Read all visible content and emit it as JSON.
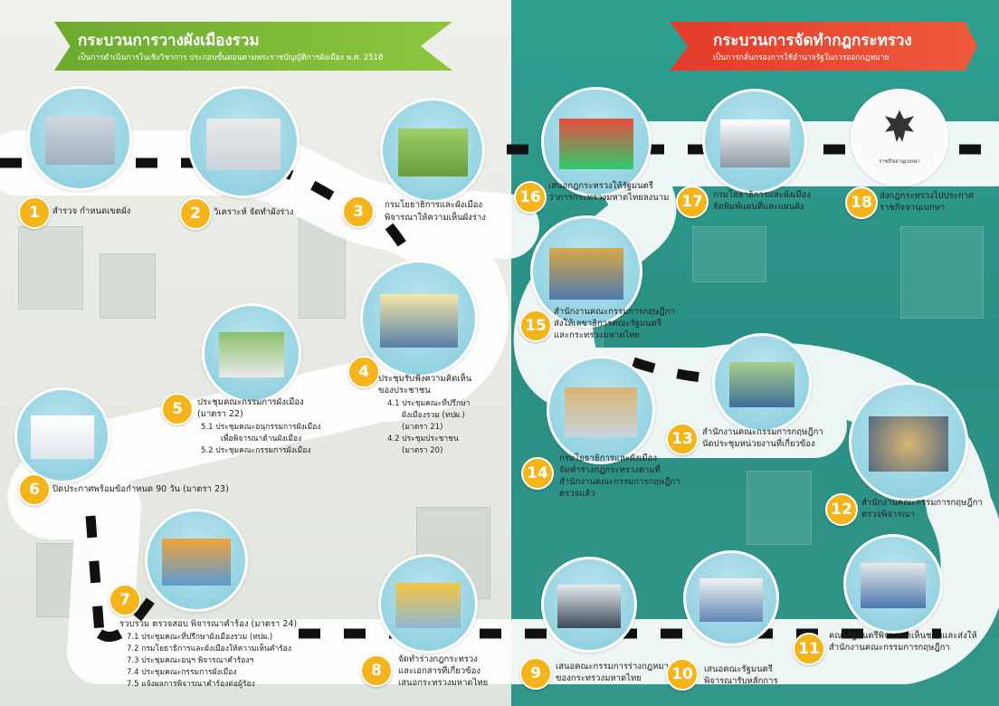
{
  "left_header": {
    "title": "กระบวนการวางผังเมืองรวม",
    "subtitle": "เป็นการดำเนินการในเชิงวิชาการ ประกอบขั้นตอนตามพระราชบัญญัติการผังเมือง พ.ศ. 2518",
    "color": "#7bb83a"
  },
  "right_header": {
    "title": "กระบวนการจัดทำกฎกระทรวง",
    "subtitle": "เป็นการกลั่นกรองการใช้อำนาจรัฐในการออกกฎหมาย",
    "color": "#e8412f"
  },
  "steps": {
    "s1": {
      "num": "1",
      "label": "สำรวจ กำหนดเขตผัง"
    },
    "s2": {
      "num": "2",
      "label": "วิเคราะห์ จัดทำผังร่าง"
    },
    "s3": {
      "num": "3",
      "label1": "กรมโยธาธิการและผังเมือง",
      "label2": "พิจารณาให้ความเห็นผังร่าง"
    },
    "s4": {
      "num": "4",
      "label1": "ประชุมรับฟังความคิดเห็น",
      "label2": "ของประชาชน",
      "sub": [
        "4.1 ประชุมคณะที่ปรึกษา",
        "ผังเมืองรวม (ทปผ.)",
        "(มาตรา 21)",
        "4.2 ประชุมประชาชน",
        "(มาตรา 20)"
      ]
    },
    "s5": {
      "num": "5",
      "label1": "ประชุมคณะกรรมการผังเมือง",
      "label2": "(มาตรา 22)",
      "sub": [
        "5.1 ประชุมคณะอนุกรรมการผังเมือง",
        "เพื่อพิจารณาด้านผังเมือง",
        "5.2 ประชุมคณะกรรมการผังเมือง"
      ]
    },
    "s6": {
      "num": "6",
      "label": "ปิดประกาศพร้อมข้อกำหนด 90 วัน (มาตรา 23)"
    },
    "s7": {
      "num": "7",
      "label": "รวบรวม ตรวจสอบ พิจารณาคำร้อง (มาตรา 24)",
      "sub": [
        "7.1 ประชุมคณะที่ปรึกษาผังเมืองรวม (ทปผ.)",
        "7.2 กรมโยธาธิการและผังเมืองให้ความเห็นคำร้อง",
        "7.3 ประชุมคณะอนุฯ พิจารณาคำร้องฯ",
        "7.4 ประชุมคณะกรรมการผังเมือง",
        "7.5 แจ้งผลการพิจารณาคำร้องต่อผู้ร้อง"
      ]
    },
    "s8": {
      "num": "8",
      "label1": "จัดทำร่างกฎกระทรวง",
      "label2": "และเอกสารที่เกี่ยวข้อง",
      "label3": "เสนอกระทรวงมหาดไทย"
    },
    "s9": {
      "num": "9",
      "label1": "เสนอคณะกรรมการร่างกฎหมาย",
      "label2": "ของกระทรวงมหาดไทย"
    },
    "s10": {
      "num": "10",
      "label1": "เสนอคณะรัฐมนตรี",
      "label2": "พิจารณารับหลักการ"
    },
    "s11": {
      "num": "11",
      "label1": "คณะรัฐมนตรีพิจารณาเห็นชอบและส่งให้",
      "label2": "สำนักงานคณะกรรมการกฤษฎีกา"
    },
    "s12": {
      "num": "12",
      "label1": "สำนักงานคณะกรรมการกฤษฎีกา",
      "label2": "ตรวจพิจารณา"
    },
    "s13": {
      "num": "13",
      "label1": "สำนักงานคณะกรรมการกฤษฎีกา",
      "label2": "นัดประชุมหน่วยงานที่เกี่ยวข้อง"
    },
    "s14": {
      "num": "14",
      "label1": "กรมโยธาธิการและผังเมือง",
      "label2": "จัดทำร่างกฎกระทรวงตามที่",
      "label3": "สำนักงานคณะกรรมการกฤษฎีกา",
      "label4": "ตรวจแล้ว"
    },
    "s15": {
      "num": "15",
      "label1": "สำนักงานคณะกรรมการกฤษฎีกา",
      "label2": "ส่งให้เลขาธิการคณะรัฐมนตรี",
      "label3": "และกระทรวงมหาดไทย"
    },
    "s16": {
      "num": "16",
      "label1": "เสนอกฎกระทรวงให้รัฐมนตรี",
      "label2": "ว่าการกระทรวงมหาดไทยลงนาม"
    },
    "s17": {
      "num": "17",
      "label1": "กรมโยธาธิการและผังเมือง",
      "label2": "จัดพิมพ์แผนที่และแผนผัง"
    },
    "s18": {
      "num": "18",
      "label1": "ส่งกฎกระทรวงไปประกาศ",
      "label2": "ราชกิจจานุเบกษา"
    }
  },
  "gazette_caption": "ราชกิจจานุเบกษา",
  "colors": {
    "badge": "#f4b41a",
    "road": "#ffffff",
    "dash": "#111111",
    "left_bg": "#e8ebe4",
    "right_bg": "#2c9486"
  }
}
